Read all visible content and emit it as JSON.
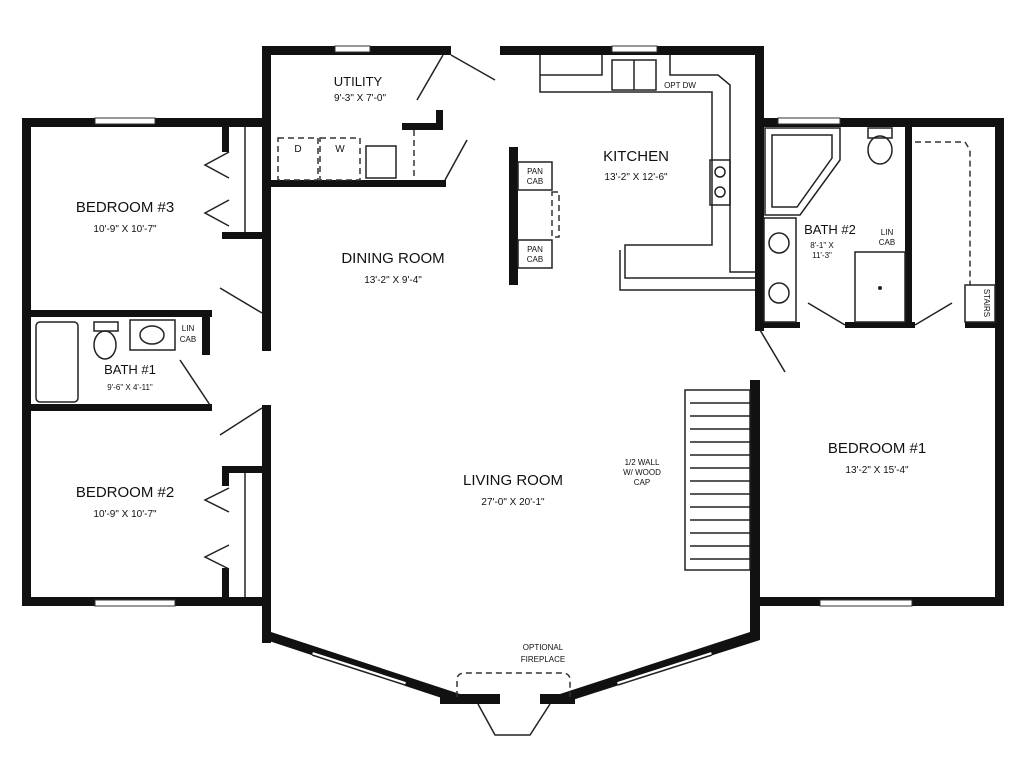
{
  "rooms": {
    "utility": {
      "name": "UTILITY",
      "size": "9'-3\" X 7'-0\""
    },
    "kitchen": {
      "name": "KITCHEN",
      "size": "13'-2\" X 12'-6\""
    },
    "dining": {
      "name": "DINING ROOM",
      "size": "13'-2\" X 9'-4\""
    },
    "bedroom3": {
      "name": "BEDROOM #3",
      "size": "10'-9\" X 10'-7\""
    },
    "bath1": {
      "name": "BATH #1",
      "size": "9'-6\" X 4'-11\""
    },
    "bedroom2": {
      "name": "BEDROOM #2",
      "size": "10'-9\" X 10'-7\""
    },
    "living": {
      "name": "LIVING ROOM",
      "size": "27'-0\" X 20'-1\""
    },
    "bath2": {
      "name": "BATH #2",
      "size_line1": "8'-1\" X",
      "size_line2": "11'-3\""
    },
    "bedroom1": {
      "name": "BEDROOM #1",
      "size": "13'-2\" X 15'-4\""
    }
  },
  "fixtures": {
    "dryer": "D",
    "washer": "W",
    "opt_dw": "OPT DW",
    "pan_cab_line1": "PAN",
    "pan_cab_line2": "CAB",
    "lin_cab_line1": "LIN",
    "lin_cab_line2": "CAB",
    "stairs": "STAIRS",
    "half_wall": [
      "1/2 WALL",
      "W/ WOOD",
      "CAP"
    ],
    "fireplace": [
      "OPTIONAL",
      "FIREPLACE"
    ]
  }
}
